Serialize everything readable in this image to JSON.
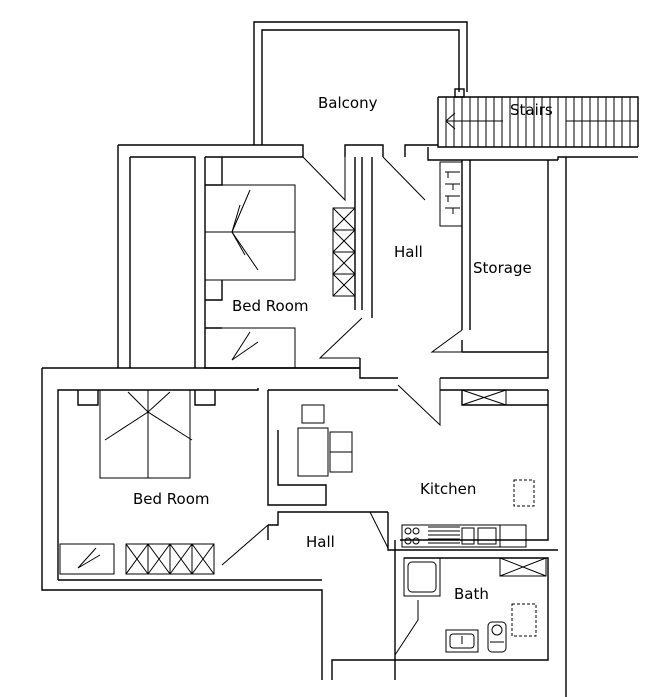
{
  "rooms": {
    "balcony": "Balcony",
    "stairs": "Stairs",
    "hall_upper": "Hall",
    "storage": "Storage",
    "bedroom_upper": "Bed Room",
    "bedroom_lower": "Bed Room",
    "kitchen": "Kitchen",
    "hall_lower": "Hall",
    "bath": "Bath"
  }
}
